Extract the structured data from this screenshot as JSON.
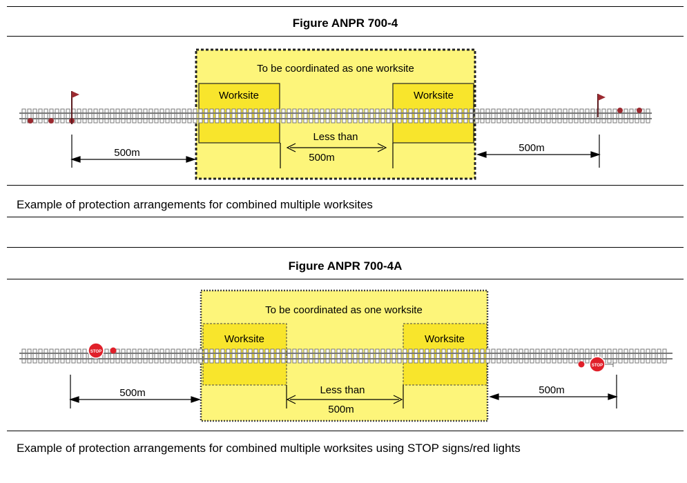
{
  "figures": [
    {
      "title": "Figure ANPR 700-4",
      "zone_label": "To be coordinated as one worksite",
      "worksite_left": "Worksite",
      "worksite_right": "Worksite",
      "dist_left": "500m",
      "dist_right": "500m",
      "less_than": "Less than",
      "less_than_dist": "500m",
      "caption": "Example of protection arrangements for combined multiple worksites"
    },
    {
      "title": "Figure ANPR 700-4A",
      "zone_label": "To be coordinated as one worksite",
      "worksite_left": "Worksite",
      "worksite_right": "Worksite",
      "dist_left": "500m",
      "dist_right": "500m",
      "less_than": "Less than",
      "less_than_dist": "500m",
      "stop_sign_text": "STOP",
      "caption": "Example of protection arrangements for combined multiple worksites using STOP signs/red lights"
    }
  ],
  "colors": {
    "zone_fill": "#fdf57a",
    "worksite_fill": "#f8e52c",
    "marker_red": "#9b2a30",
    "stop_red": "#e0202a",
    "track": "#777777"
  }
}
